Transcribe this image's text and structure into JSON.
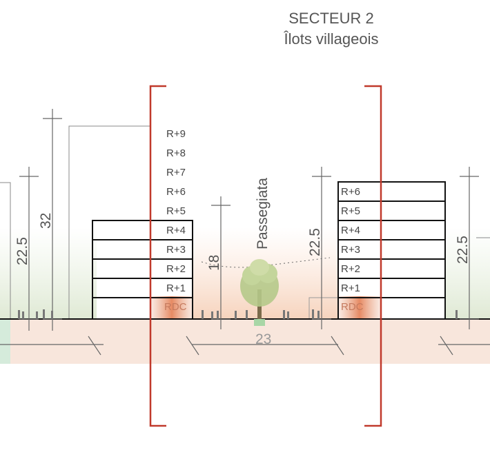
{
  "title": {
    "line1": "SECTEUR 2",
    "line2": "Îlots villageois"
  },
  "tower_floors": [
    "R+9",
    "R+8",
    "R+7",
    "R+6",
    "R+5",
    "R+4",
    "R+3",
    "R+2",
    "R+1",
    "RDC"
  ],
  "right_building_floors": [
    "R+6",
    "R+5",
    "R+4",
    "R+3",
    "R+2",
    "R+1",
    "RDC"
  ],
  "street_label": "Passegiata",
  "dimensions": {
    "left_block_height": "22.5",
    "tower_height": "32",
    "center_height": "18",
    "right_block_height": "22.5",
    "far_right_height": "22.5",
    "street_width": "23"
  },
  "colors": {
    "section_marker": "#c0392b",
    "outline": "#111111",
    "dim_line": "#666666"
  }
}
